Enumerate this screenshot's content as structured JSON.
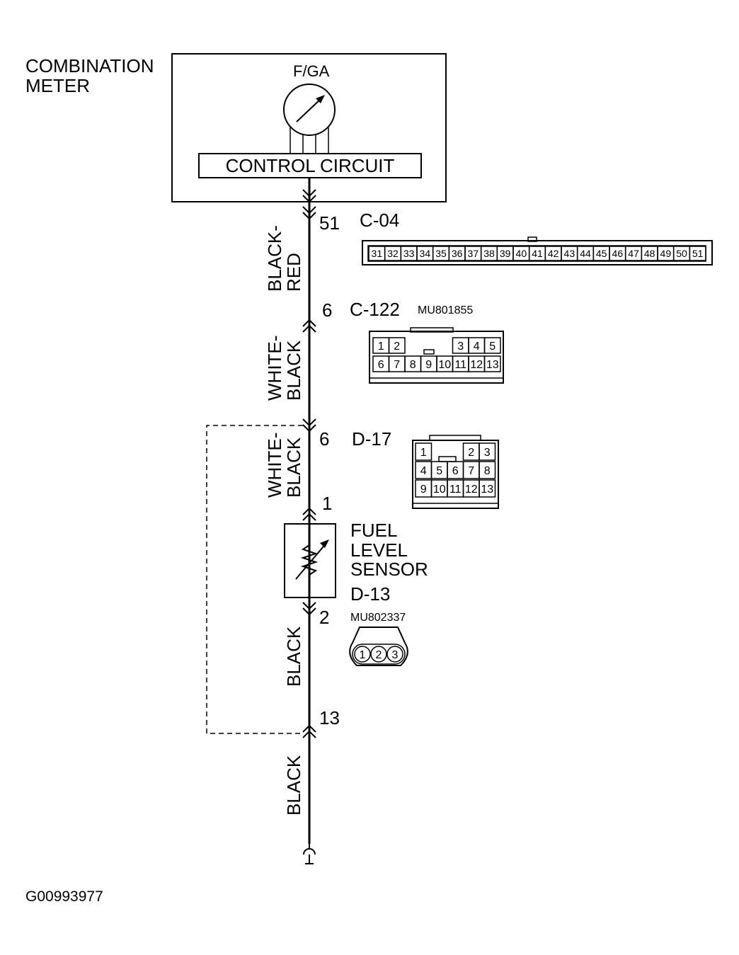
{
  "meter": {
    "title_line1": "COMBINATION",
    "title_line2": "METER",
    "gauge_label": "F/GA",
    "control_label": "CONTROL CIRCUIT"
  },
  "pins": {
    "p51": "51",
    "p6a": "6",
    "p6b": "6",
    "p1": "1",
    "p2": "2",
    "p13": "13"
  },
  "wires": {
    "w1_line1": "BLACK-",
    "w1_line2": "RED",
    "w2_line1": "WHITE-",
    "w2_line2": "BLACK",
    "w3_line1": "WHITE-",
    "w3_line2": "BLACK",
    "w4": "BLACK",
    "w5": "BLACK"
  },
  "connectors": {
    "c04": {
      "name": "C-04",
      "pins": [
        "31",
        "32",
        "33",
        "34",
        "35",
        "36",
        "37",
        "38",
        "39",
        "40",
        "41",
        "42",
        "43",
        "44",
        "45",
        "46",
        "47",
        "48",
        "49",
        "50",
        "51"
      ]
    },
    "c122": {
      "name": "C-122",
      "part": "MU801855",
      "row1": [
        "1",
        "2",
        "",
        "",
        "",
        "3",
        "4",
        "5"
      ],
      "row2": [
        "6",
        "7",
        "8",
        "9",
        "10",
        "11",
        "12",
        "13"
      ]
    },
    "d17": {
      "name": "D-17",
      "row1": [
        "1",
        "",
        "",
        "2",
        "3"
      ],
      "row2": [
        "4",
        "5",
        "6",
        "7",
        "8"
      ],
      "row3": [
        "9",
        "10",
        "11",
        "12",
        "13"
      ]
    },
    "d13": {
      "name": "D-13",
      "part": "MU802337",
      "pins": [
        "1",
        "2",
        "3"
      ]
    }
  },
  "sensor": {
    "line1": "FUEL",
    "line2": "LEVEL",
    "line3": "SENSOR"
  },
  "figure_id": "G00993977"
}
